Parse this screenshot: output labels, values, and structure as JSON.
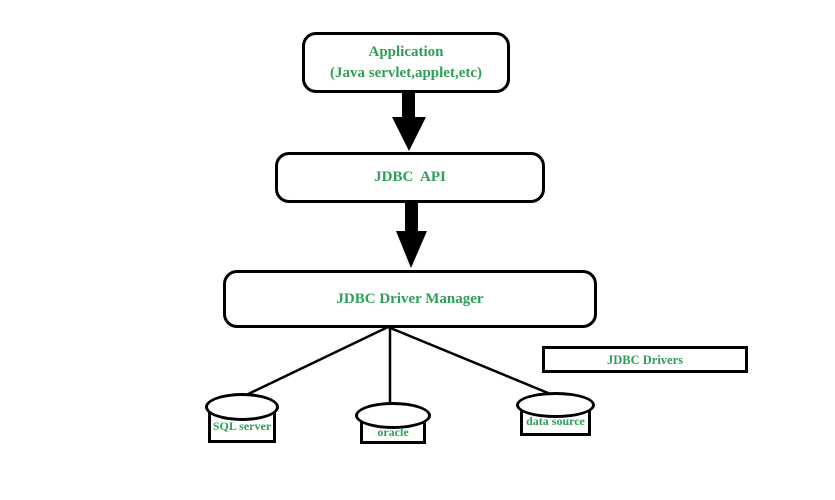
{
  "diagram": {
    "background_color": "#ffffff",
    "line_color": "#000000",
    "text_color": "#2f9e58",
    "application_box": {
      "line1": "Application",
      "line2": "(Java servlet,applet,etc)"
    },
    "jdbc_api_box": {
      "label": "JDBC  API"
    },
    "driver_manager_box": {
      "label": "JDBC Driver Manager"
    },
    "jdbc_drivers_box": {
      "label": "JDBC Drivers"
    },
    "databases": [
      {
        "label": "SQL server"
      },
      {
        "label": "oracle"
      },
      {
        "label": "data source"
      }
    ]
  }
}
